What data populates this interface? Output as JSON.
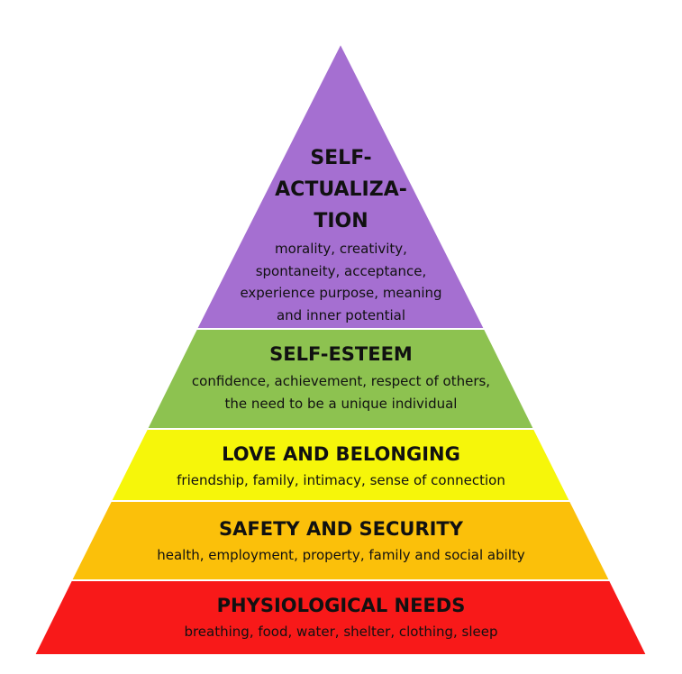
{
  "diagram": {
    "tiers": [
      {
        "title": "SELF-\nACTUALIZA-\nTION",
        "description": "morality, creativity,\nspontaneity, acceptance,\nexperience purpose, meaning\nand inner potential",
        "color": "#a56fd1"
      },
      {
        "title": "SELF-ESTEEM",
        "description": "confidence, achievement, respect of others,\nthe need to be a unique individual",
        "color": "#8dc250"
      },
      {
        "title": "LOVE AND BELONGING",
        "description": "friendship, family, intimacy, sense of connection",
        "color": "#f6f60a"
      },
      {
        "title": "SAFETY AND SECURITY",
        "description": "health, employment, property, family and social abilty",
        "color": "#fbc00a"
      },
      {
        "title": "PHYSIOLOGICAL NEEDS",
        "description": "breathing, food, water, shelter, clothing, sleep",
        "color": "#f81919"
      }
    ],
    "outline_color": "#ffffff"
  }
}
